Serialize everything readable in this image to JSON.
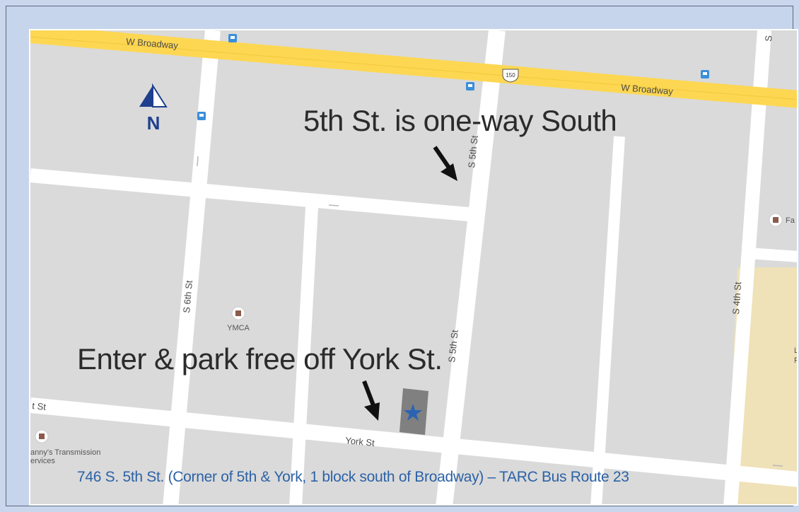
{
  "streets": {
    "broadway_left": "W Broadway",
    "broadway_right": "W Broadway",
    "s5th_upper": "S 5th St",
    "s5th_lower": "S 5th St",
    "s6th": "S 6th St",
    "s4th": "S 4th St",
    "york": "York St",
    "left_st_fragment": "t St",
    "top_right_fragment": "S"
  },
  "highway_shield": "150",
  "north_label": "N",
  "poi": {
    "ymca": "YMCA",
    "transmission_line1": "anny's Transmission",
    "transmission_line2": "ervices",
    "fa_fragment": "Fa",
    "l_fragment1": "L",
    "l_fragment2": "F"
  },
  "callouts": {
    "one_way": "5th St. is one-way South",
    "parking": "Enter & park free off York St."
  },
  "footer": "746 S. 5th St. (Corner of 5th & York, 1 block south of Broadway) – TARC Bus Route 23",
  "colors": {
    "block": "#dadada",
    "street": "#ffffff",
    "broadway": "#fdd752",
    "campus": "#efe1b8",
    "footer_text": "#2c62a6",
    "north_icon": "#1f3f8f",
    "poi": "#8b5a4a",
    "transit": "#3b8fd9",
    "star": "#2a63b3"
  }
}
